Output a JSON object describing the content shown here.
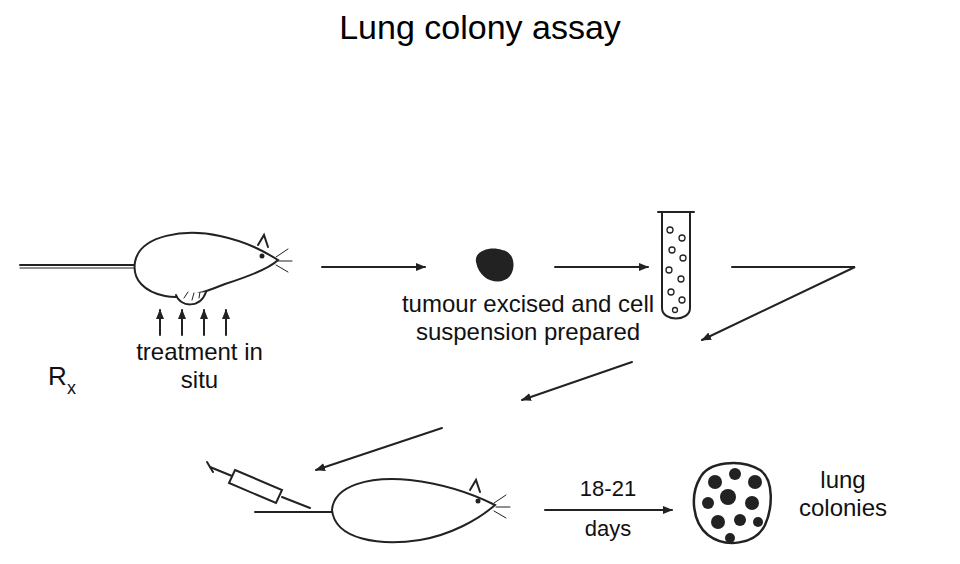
{
  "diagram": {
    "title": "Lung colony assay",
    "labels": [
      "treatment in situ",
      "R",
      "x",
      "tumour excised and cell suspension prepared",
      "18-21",
      "days",
      "lung colonies"
    ]
  }
}
